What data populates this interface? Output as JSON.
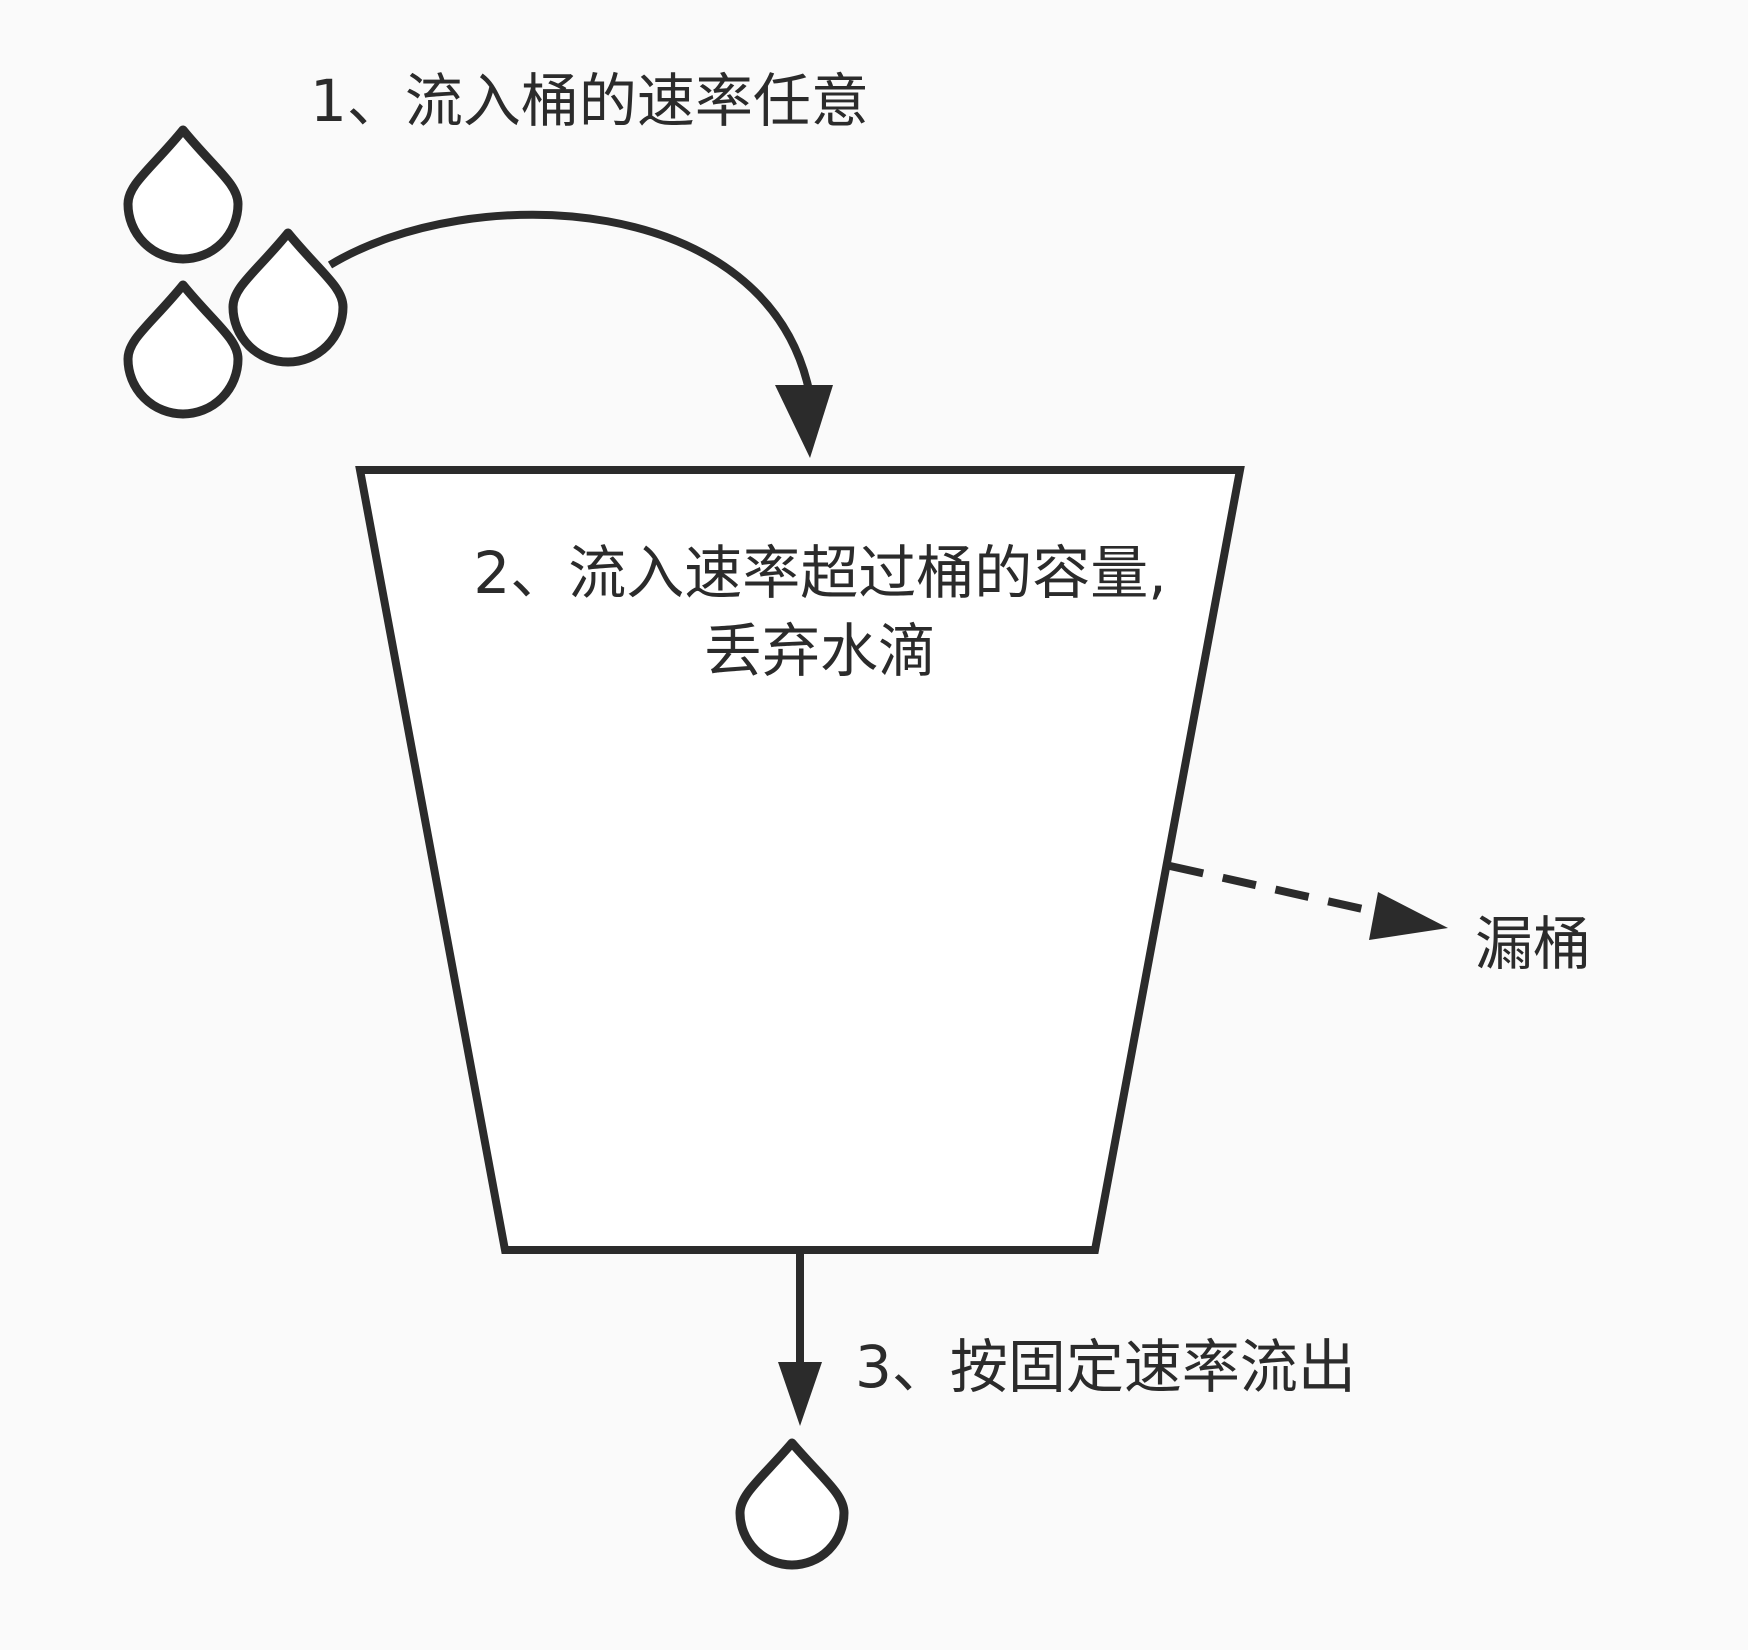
{
  "step1": {
    "text": "1、流入桶的速率任意"
  },
  "step2": {
    "line1": "2、流入速率超过桶的容量,",
    "line2": "丢弃水滴"
  },
  "step3": {
    "text": "3、按固定速率流出"
  },
  "bucket": {
    "name": "漏桶"
  },
  "icons": {
    "droplet": "water-drop-icon",
    "arrow": "arrow-icon"
  },
  "colors": {
    "stroke": "#2b2b2b",
    "background": "#fafafa",
    "fill": "#ffffff"
  }
}
